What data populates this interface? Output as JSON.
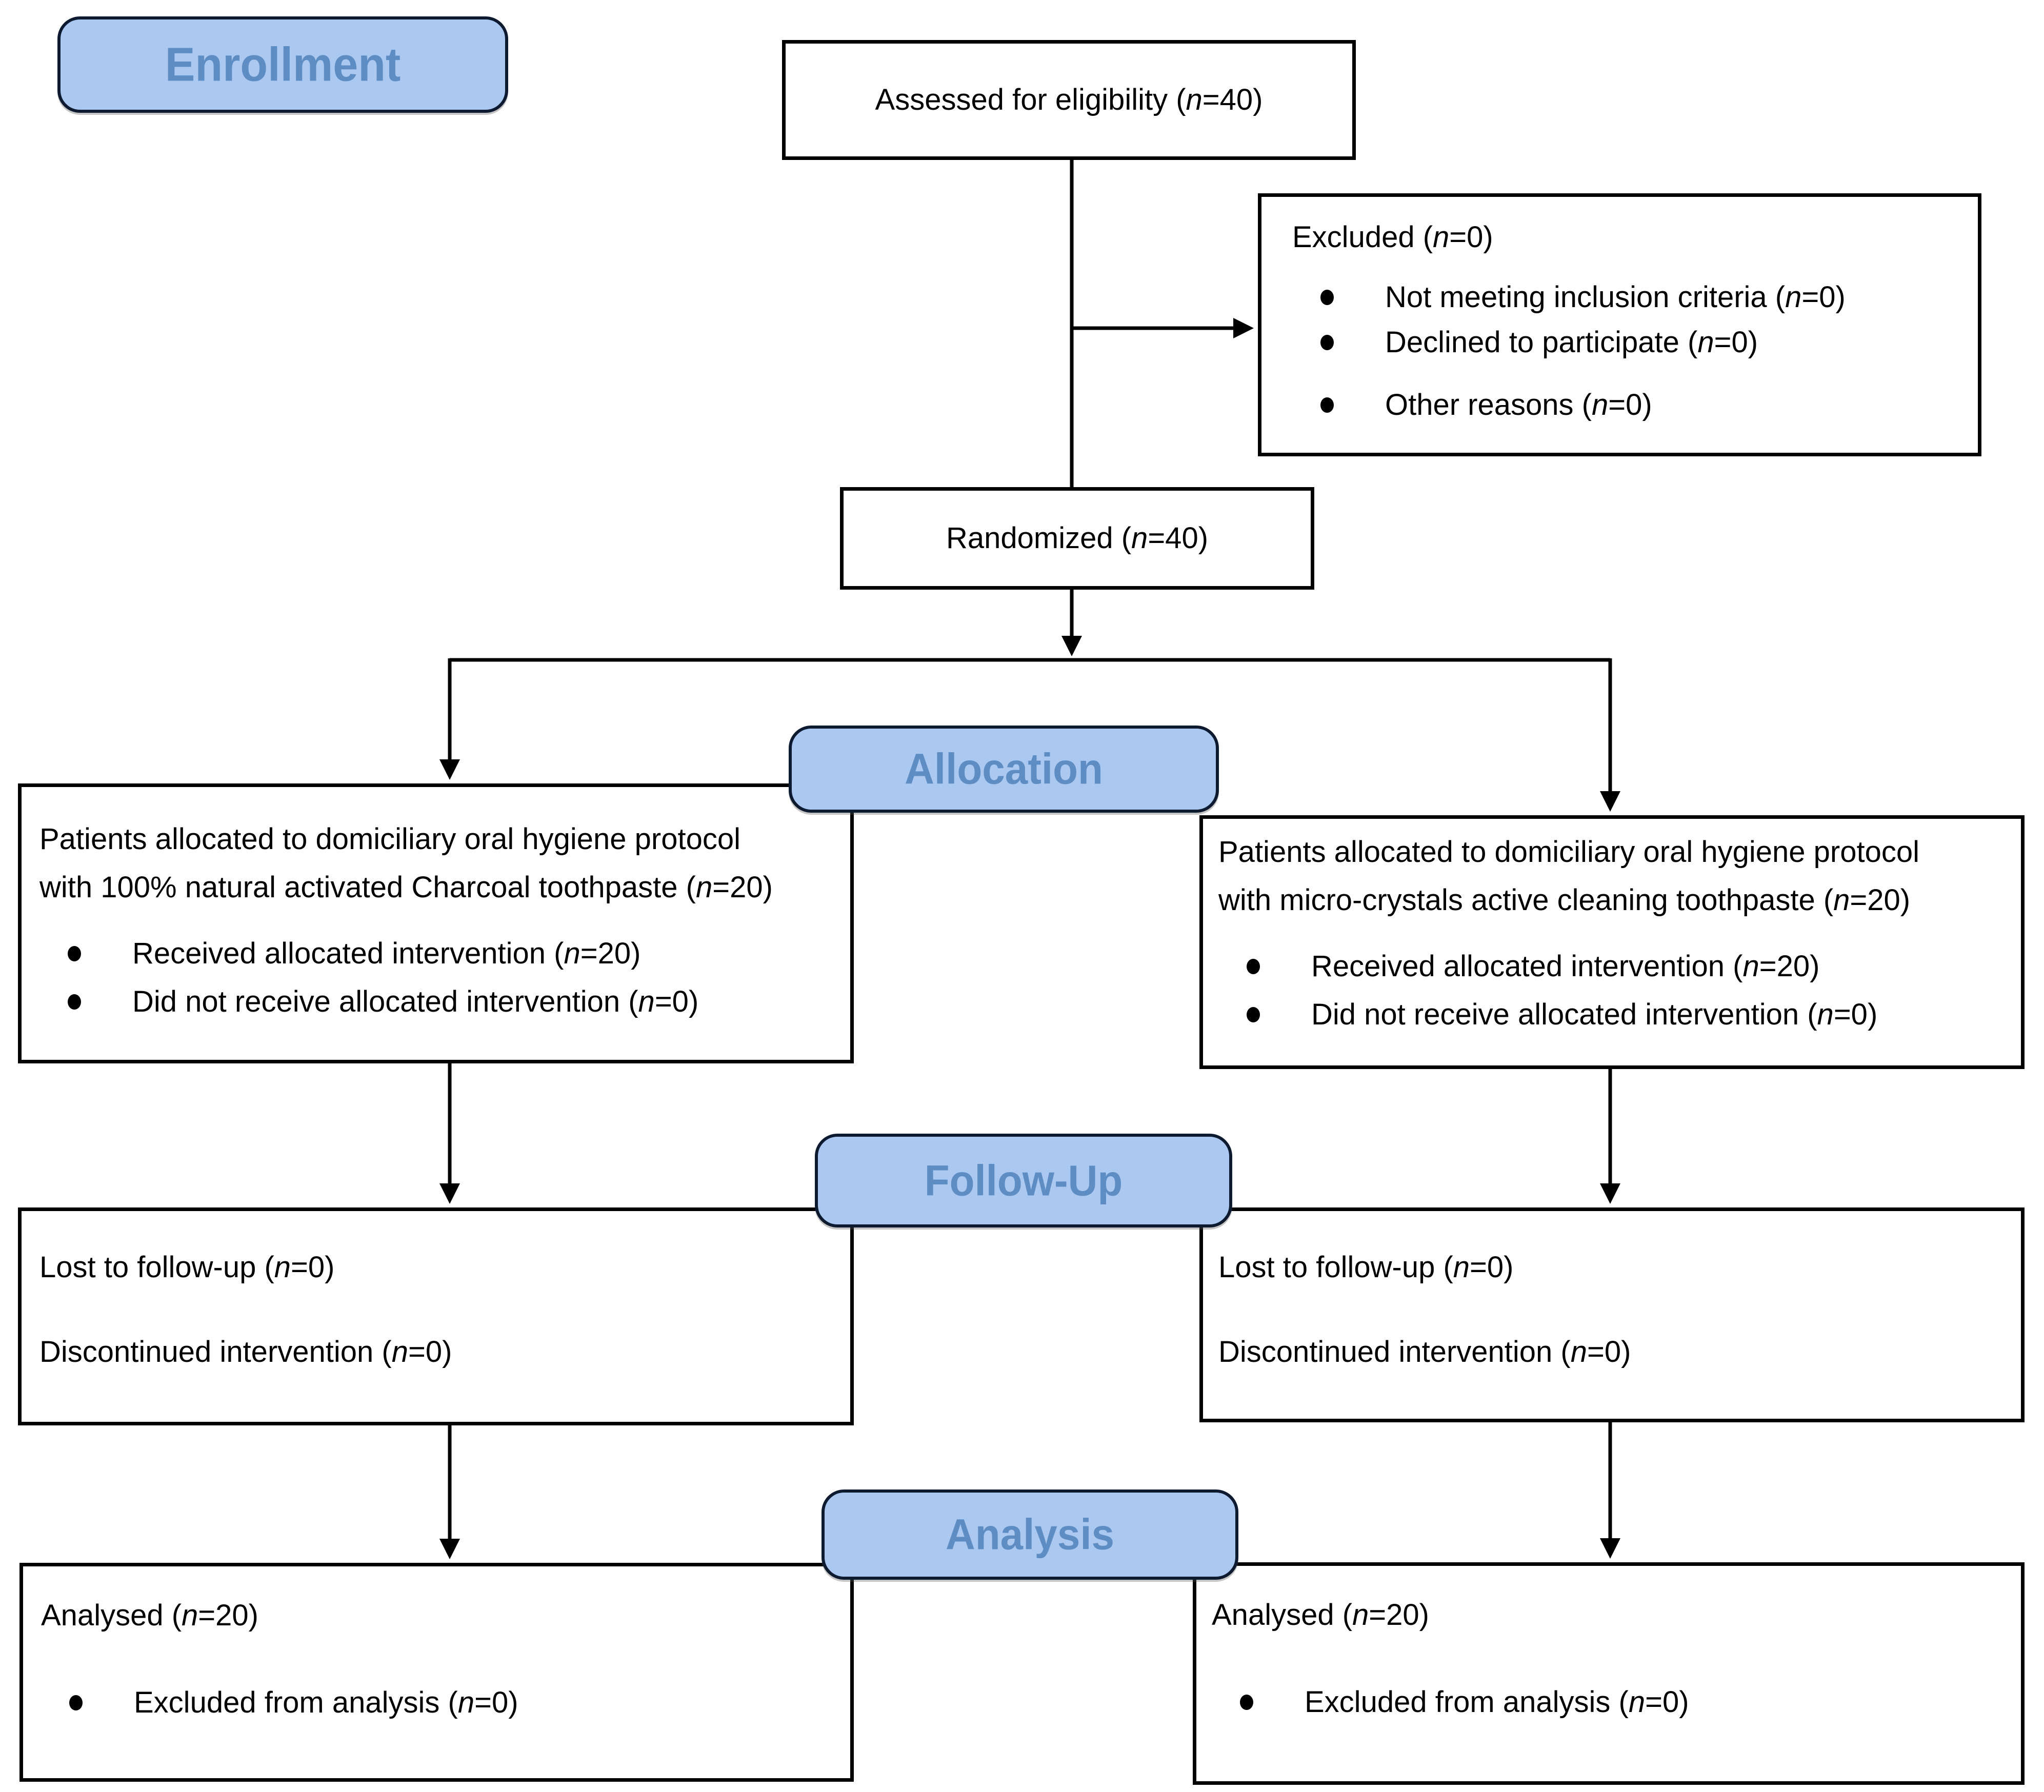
{
  "diagram": {
    "stages": {
      "enrollment_label": "Enrollment",
      "allocation_label": "Allocation",
      "followup_label": "Follow-Up",
      "analysis_label": "Analysis"
    },
    "boxes": {
      "assessed": {
        "text": "Assessed for eligibility (n=40)"
      },
      "excluded": {
        "title": "Excluded (n=0)",
        "items": [
          "Not meeting inclusion criteria (n=0)",
          "Declined to participate (n=0)",
          "Other reasons (n=0)"
        ]
      },
      "randomized": {
        "text": "Randomized (n=40)"
      },
      "allocation_left": {
        "text": "Patients allocated to domiciliary oral hygiene protocol with 100% natural activated Charcoal toothpaste (n=20)",
        "items": [
          "Received allocated intervention (n=20)",
          "Did not receive allocated intervention (n=0)"
        ]
      },
      "allocation_right": {
        "text": "Patients allocated to domiciliary oral hygiene protocol with micro-crystals active cleaning toothpaste (n=20)",
        "items": [
          "Received allocated intervention (n=20)",
          "Did not receive allocated intervention (n=0)"
        ]
      },
      "followup_left": {
        "lines": [
          "Lost to follow-up (n=0)",
          "Discontinued intervention (n=0)"
        ]
      },
      "followup_right": {
        "lines": [
          "Lost to follow-up (n=0)",
          "Discontinued intervention (n=0)"
        ]
      },
      "analysis_left": {
        "title": "Analysed (n=20)",
        "items": [
          "Excluded from analysis (n=0)"
        ]
      },
      "analysis_right": {
        "title": "Analysed (n=20)",
        "items": [
          "Excluded from analysis (n=0)"
        ]
      }
    },
    "colors": {
      "badge_fill": "#abc8f1",
      "badge_text": "#5e8dc3",
      "badge_border": "#0e1a30",
      "box_border": "#000000",
      "line_color": "#000000"
    }
  }
}
